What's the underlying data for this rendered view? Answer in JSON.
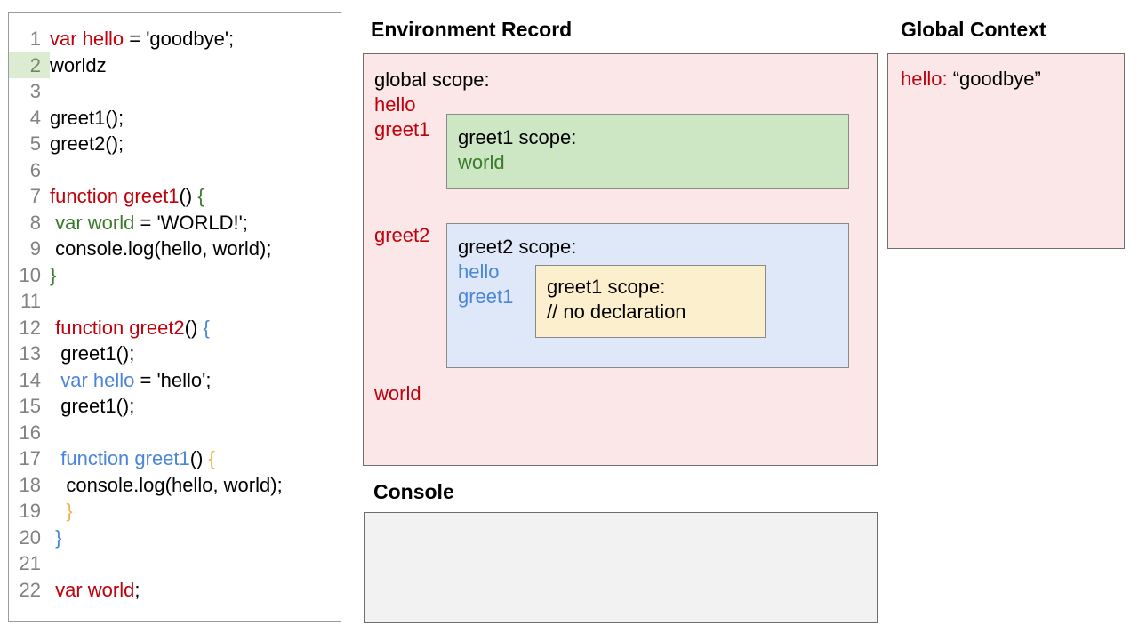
{
  "editor": {
    "name": "code-editor",
    "highlighted_line": 2,
    "lines": [
      {
        "num": "1",
        "segments": [
          {
            "text": "var hello",
            "color": "red"
          },
          {
            "text": " = 'goodbye';",
            "color": "black"
          }
        ]
      },
      {
        "num": "2",
        "segments": [
          {
            "text": "worldz",
            "color": "black"
          }
        ]
      },
      {
        "num": "3",
        "segments": [
          {
            "text": "",
            "color": "black"
          }
        ]
      },
      {
        "num": "4",
        "segments": [
          {
            "text": "greet1();",
            "color": "black"
          }
        ]
      },
      {
        "num": "5",
        "segments": [
          {
            "text": "greet2();",
            "color": "black"
          }
        ]
      },
      {
        "num": "6",
        "segments": [
          {
            "text": "",
            "color": "black"
          }
        ]
      },
      {
        "num": "7",
        "segments": [
          {
            "text": "function greet1",
            "color": "red"
          },
          {
            "text": "() ",
            "color": "black"
          },
          {
            "text": "{",
            "color": "green"
          }
        ]
      },
      {
        "num": "8",
        "segments": [
          {
            "text": " ",
            "color": "black"
          },
          {
            "text": "var world",
            "color": "green"
          },
          {
            "text": " = 'WORLD!';",
            "color": "black"
          }
        ]
      },
      {
        "num": "9",
        "segments": [
          {
            "text": " console.log(hello, world);",
            "color": "black"
          }
        ]
      },
      {
        "num": "10",
        "segments": [
          {
            "text": "}",
            "color": "green"
          }
        ]
      },
      {
        "num": "11",
        "segments": [
          {
            "text": "",
            "color": "black"
          }
        ]
      },
      {
        "num": "12",
        "segments": [
          {
            "text": " ",
            "color": "black"
          },
          {
            "text": "function greet2",
            "color": "red"
          },
          {
            "text": "() ",
            "color": "black"
          },
          {
            "text": "{",
            "color": "blue"
          }
        ]
      },
      {
        "num": "13",
        "segments": [
          {
            "text": "  greet1();",
            "color": "black"
          }
        ]
      },
      {
        "num": "14",
        "segments": [
          {
            "text": "  ",
            "color": "black"
          },
          {
            "text": "var hello",
            "color": "blue"
          },
          {
            "text": " = 'hello';",
            "color": "black"
          }
        ]
      },
      {
        "num": "15",
        "segments": [
          {
            "text": "  greet1();",
            "color": "black"
          }
        ]
      },
      {
        "num": "16",
        "segments": [
          {
            "text": "",
            "color": "black"
          }
        ]
      },
      {
        "num": "17",
        "segments": [
          {
            "text": "  ",
            "color": "black"
          },
          {
            "text": "function greet1",
            "color": "blue"
          },
          {
            "text": "() ",
            "color": "black"
          },
          {
            "text": "{",
            "color": "orange"
          }
        ]
      },
      {
        "num": "18",
        "segments": [
          {
            "text": "   console.log(hello, world);",
            "color": "black"
          }
        ]
      },
      {
        "num": "19",
        "segments": [
          {
            "text": "   ",
            "color": "black"
          },
          {
            "text": "}",
            "color": "orange"
          }
        ]
      },
      {
        "num": "20",
        "segments": [
          {
            "text": " ",
            "color": "black"
          },
          {
            "text": "}",
            "color": "blue"
          }
        ]
      },
      {
        "num": "21",
        "segments": [
          {
            "text": "",
            "color": "black"
          }
        ]
      },
      {
        "num": "22",
        "segments": [
          {
            "text": " ",
            "color": "black"
          },
          {
            "text": "var world",
            "color": "red"
          },
          {
            "text": ";",
            "color": "black"
          }
        ]
      }
    ]
  },
  "environment_record": {
    "title": "Environment Record",
    "global_scope": {
      "heading": "global scope:",
      "bindings": [
        "hello",
        "greet1",
        "greet2",
        "world"
      ]
    },
    "greet1_global_scope": {
      "heading": "greet1 scope:",
      "bindings": [
        "world"
      ]
    },
    "greet2_scope": {
      "heading": "greet2 scope:",
      "bindings": [
        "hello",
        "greet1"
      ]
    },
    "greet1_nested_scope": {
      "heading": "greet1 scope:",
      "note": "// no declaration"
    }
  },
  "console": {
    "title": "Console",
    "output": ""
  },
  "global_context": {
    "title": "Global Context",
    "entries": [
      {
        "key": "hello:",
        "value": " “goodbye”"
      }
    ]
  },
  "colors": {
    "scope_global_bg": "#fce7e8",
    "scope_greet1_bg": "#cde6c3",
    "scope_greet2_bg": "#dfe8f8",
    "scope_greet1_nested_bg": "#fcefcd",
    "console_bg": "#f2f2f2",
    "keyword_red": "#c0000b",
    "keyword_green": "#3b7a2b",
    "keyword_blue": "#4a86d8",
    "keyword_orange": "#e8b84b",
    "line_highlight": "#dcecd2"
  }
}
